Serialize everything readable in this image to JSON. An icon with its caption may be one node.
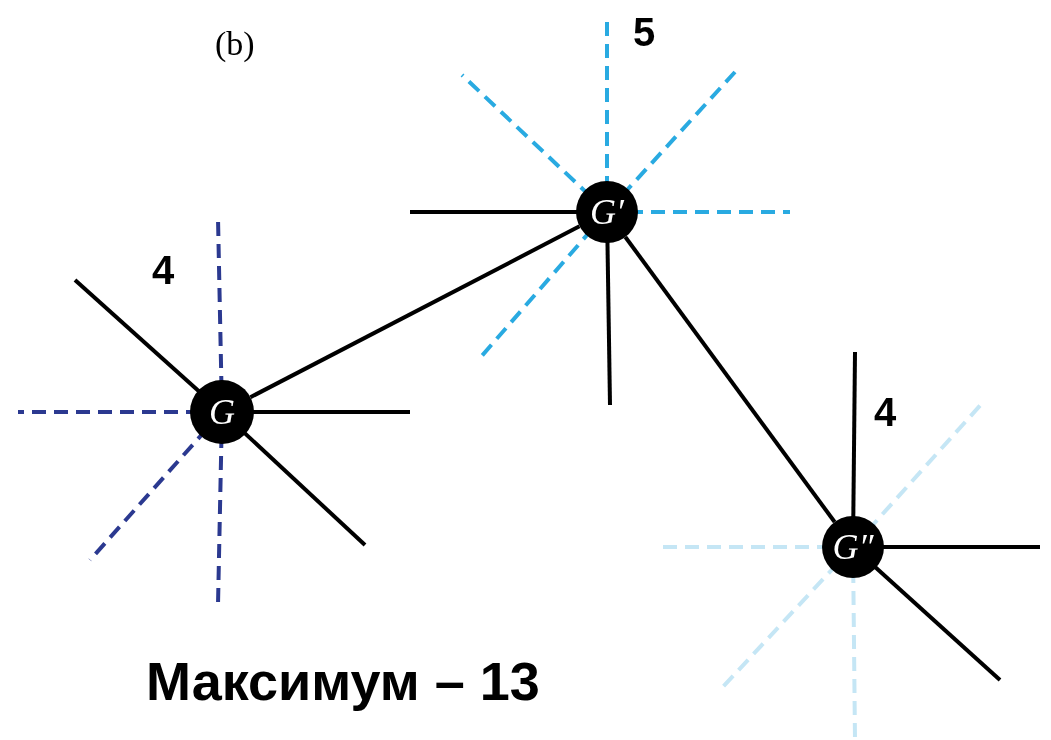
{
  "diagram": {
    "nodes": [
      {
        "text": [
          "G"
        ],
        "beside": [
          "4"
        ]
      },
      {
        "text": [
          "G′"
        ],
        "beside": [
          "5"
        ]
      },
      {
        "text": [
          "G″"
        ],
        "beside": [
          "4"
        ]
      }
    ],
    "edges": [
      {
        "from": 0,
        "to": 1,
        "arrow": "none"
      },
      {
        "from": 1,
        "to": 2,
        "arrow": "none"
      }
    ],
    "labels": [
      "(b)",
      "Максимум – 13"
    ]
  }
}
